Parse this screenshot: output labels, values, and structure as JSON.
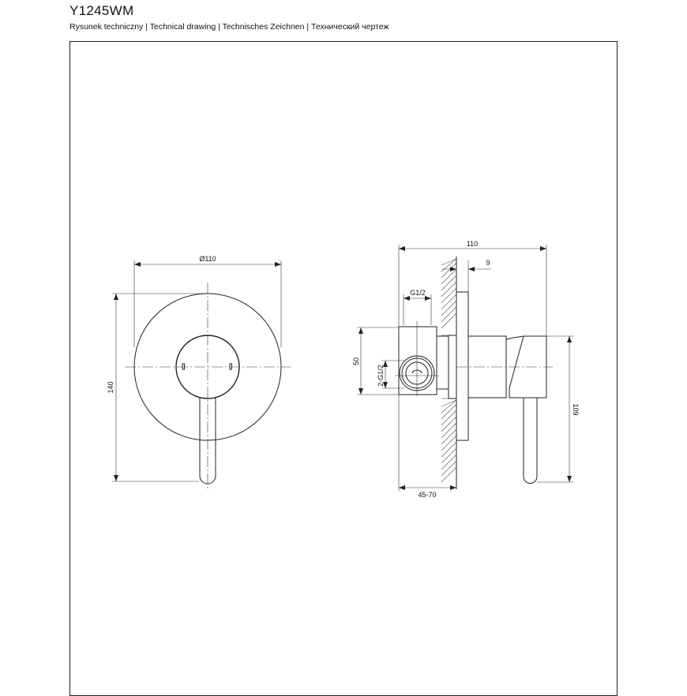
{
  "header": {
    "title": "Y1245WM",
    "subtitle": "Rysunek techniczny | Technical drawing | Technisches Zeichnen | Технический чертеж"
  },
  "front_view": {
    "diameter_label": "Ø110",
    "height_label": "140"
  },
  "side_view": {
    "depth_label": "110",
    "plate_label": "9",
    "inlet_label": "G1/2",
    "outlet_label": "2-G1/2",
    "body_height_label": "50",
    "total_height_label": "109",
    "install_depth_label": "45-70"
  }
}
